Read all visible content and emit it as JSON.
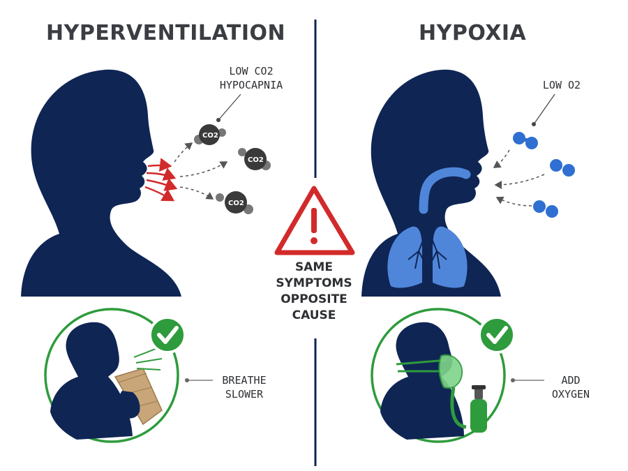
{
  "left_panel": {
    "title": "HYPERVENTILATION",
    "callout_line1": "LOW CO2",
    "callout_line2": "HYPOCAPNIA",
    "molecule_label": "CO2",
    "remedy_line1": "BREATHE",
    "remedy_line2": "SLOWER"
  },
  "right_panel": {
    "title": "HYPOXIA",
    "callout": "LOW O2",
    "remedy_line1": "ADD",
    "remedy_line2": "OXYGEN"
  },
  "center": {
    "line1": "SAME",
    "line2": "SYMPTOMS",
    "line3": "OPPOSITE",
    "line4": "CAUSE"
  },
  "colors": {
    "silhouette": "#0f2554",
    "warning_red": "#d22a2a",
    "check_green": "#2e9b3c",
    "oxygen_blue": "#2f6fd1",
    "lung_blue": "#4f86d9",
    "molecule_gray": "#3a3a3a",
    "bag_brown": "#c9a679"
  },
  "icons": [
    "warning-icon",
    "check-icon",
    "lungs-icon",
    "oxygen-tank-icon",
    "paper-bag-icon"
  ]
}
